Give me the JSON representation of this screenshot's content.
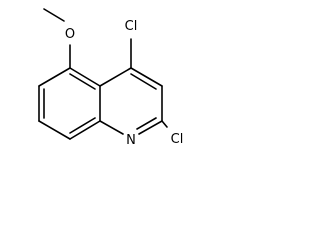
{
  "molecule": {
    "atoms": {
      "oxygen": "O",
      "chlorine_4": "Cl",
      "nitrogen": "N",
      "chlorine_2": "Cl"
    }
  }
}
